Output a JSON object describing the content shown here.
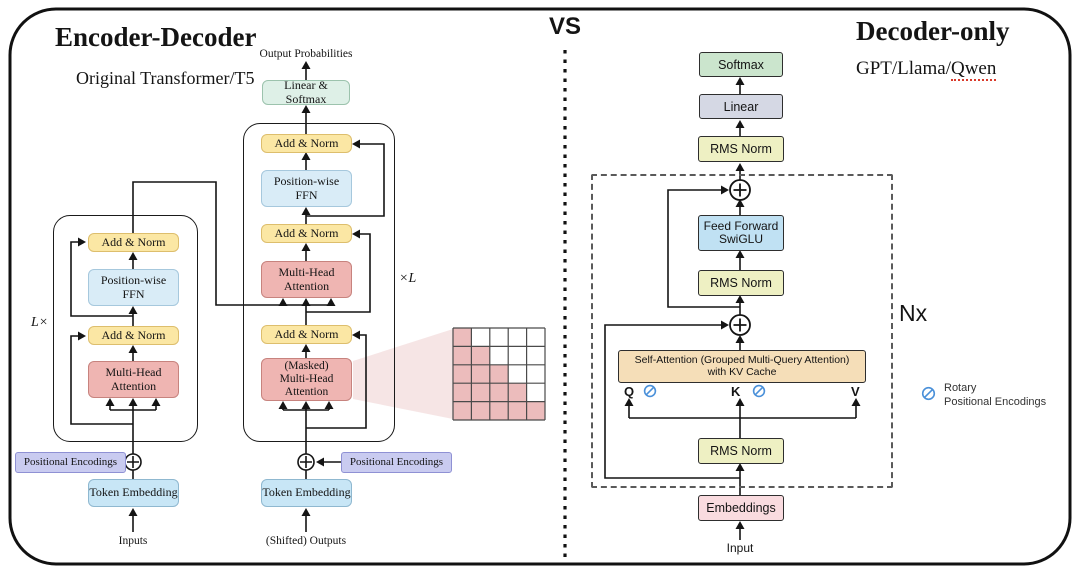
{
  "left": {
    "title": "Encoder-Decoder",
    "subtitle": "Original Transformer/T5",
    "output_label": "Output Probabilities",
    "linear_softmax_label": "Linear & Softmax",
    "add_norm_label": "Add & Norm",
    "ffn_label_line1": "Position-wise",
    "ffn_label_line2": "FFN",
    "mha_label_line1": "Multi-Head",
    "mha_label_line2": "Attention",
    "masked_mha_line1": "(Masked)",
    "masked_mha_line2": "Multi-Head",
    "masked_mha_line3": "Attention",
    "encoder_loop_label": "L×",
    "decoder_loop_label": "×L",
    "positional_encodings_label": "Positional Encodings",
    "token_embedding_label": "Token Embedding",
    "inputs_label": "Inputs",
    "shifted_outputs_label": "(Shifted) Outputs"
  },
  "divider": {
    "vs_label": "VS"
  },
  "right": {
    "title": "Decoder-only",
    "subtitle_prefix": "GPT/Llama/",
    "subtitle_underlined": "Qwen",
    "softmax_label": "Softmax",
    "linear_label": "Linear",
    "rms_norm_label": "RMS Norm",
    "ffn_label_line1": "Feed Forward",
    "ffn_label_line2": "SwiGLU",
    "attention_label_line1": "Self-Attention (Grouped Multi-Query Attention)",
    "attention_label_line2": "with KV Cache",
    "q_label": "Q",
    "k_label": "K",
    "v_label": "V",
    "repeat_label": "Nx",
    "legend_label_line1": "Rotary",
    "legend_label_line2": "Positional Encodings",
    "embeddings_label": "Embeddings",
    "input_label": "Input"
  },
  "mask_matrix": {
    "rows": 5,
    "cols": 5,
    "pattern": "lower-triangular",
    "filled_color": "#ecbcbc",
    "grid_color": "#4a4a4a"
  },
  "colors": {
    "add_norm_fill": "#fbe7a4",
    "ffn_fill": "#d9ecf7",
    "attention_fill": "#efb5b2",
    "linear_softmax_fill": "#def0e7",
    "positional_encoding_fill": "#c9cbf0",
    "token_embedding_fill": "#c8e6f6",
    "softmax_fill": "#cbe5cd",
    "linear_fill": "#d5d8e4",
    "rms_norm_fill": "#eef0c3",
    "swiglu_fill": "#c0e1f3",
    "self_attention_fill": "#f5deb8",
    "embeddings_fill": "#f9dbdf",
    "rotary_icon_color": "#4a90d9",
    "spellcheck_underline_color": "#d93a2b"
  }
}
